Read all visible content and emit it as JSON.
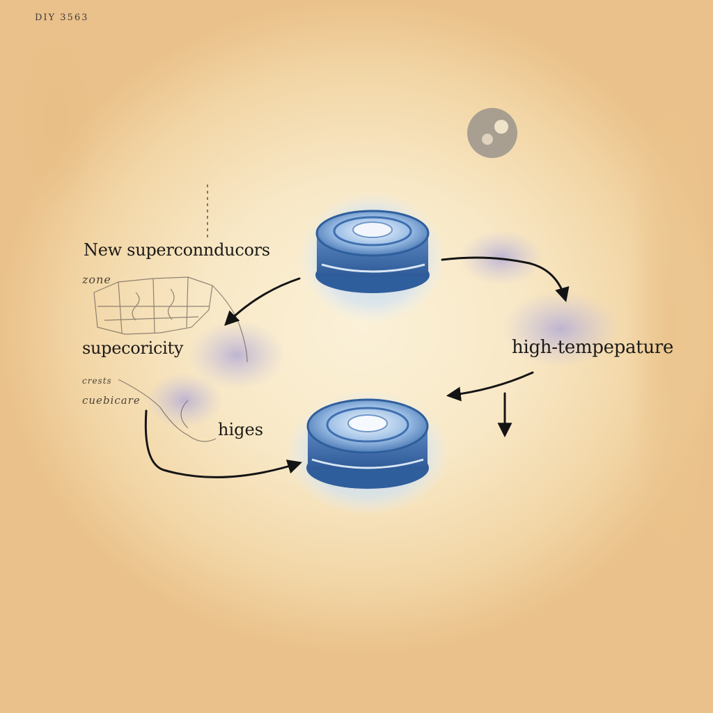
{
  "stamp_text": "DIY 3563",
  "labels": {
    "new_superconductors": "New superconnducors",
    "supercon": "supecoricity",
    "high_temperature": "high-tempepature",
    "higes": "higes"
  },
  "handwritten_notes": {
    "zone": "zone",
    "small_1": "crests",
    "small_2": "cuebicare"
  },
  "colors": {
    "paper": "#f8e8c6",
    "disc_blue": "#3f6fae",
    "disc_light": "#a9c8ea",
    "ink": "#1c1a17",
    "wash_lavender": "#b9b1d6"
  }
}
